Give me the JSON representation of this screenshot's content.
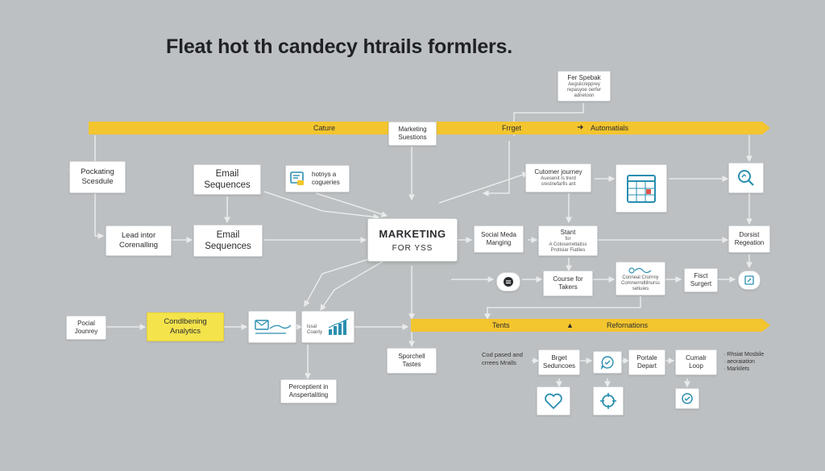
{
  "title": "Fleat hot th candecy htrails formlers.",
  "bars": {
    "top": {
      "left": "Cature",
      "center": "Marketing",
      "center2": "Suestions",
      "right1": "Frrget",
      "right2": "Automatials"
    },
    "bottom": {
      "left": "Tents",
      "right": "Refornations"
    }
  },
  "nodes": {
    "posting": {
      "l1": "Pockating",
      "l2": "Scesdule"
    },
    "email_top": {
      "l1": "Email",
      "l2": "Sequences"
    },
    "hotnys": {
      "l1": "hotnys a",
      "l2": "cogueries"
    },
    "lead": {
      "l1": "Lead intor",
      "l2": "Corenalling"
    },
    "email_mid": {
      "l1": "Email",
      "l2": "Sequences"
    },
    "hub": {
      "l1": "MARKETING",
      "l2": "FOR YSS"
    },
    "social": {
      "l1": "Social Meda",
      "l2": "Manging"
    },
    "customer_journey": {
      "l1": "Cutomer journey",
      "l2": "Auesenit Is trerd",
      "l3": "srestnefarfis ant"
    },
    "stant": {
      "l1": "Stant",
      "l2": "for",
      "l3": "A Cotoserretlatiss",
      "l4": "Protisiar Fiatlies"
    },
    "dorsist": {
      "l1": "Dorsist",
      "l2": "Regeation"
    },
    "fer_speback": {
      "l1": "Fer Spebak",
      "l2": "Aegsiicrepprey",
      "l3": "repasyoe oerfer",
      "l4": "adrietoon"
    },
    "course": {
      "l1": "Course for",
      "l2": "Takers"
    },
    "fisct": {
      "l1": "Fisct",
      "l2": "Surgert"
    },
    "conneal": {
      "l1": "Conneal Crorrniy",
      "l2": "Comnwrndtilnurss",
      "l3": "setiuies"
    },
    "pocial": {
      "l1": "Pocial",
      "l2": "Jounrey"
    },
    "conditioning": {
      "l1": "Condlbening",
      "l2": "Analytics"
    },
    "analytics_small": {
      "l1": "lssal",
      "l2": "Coanty"
    },
    "sporchell": {
      "l1": "Sporchell",
      "l2": "Tastes"
    },
    "perceptient": {
      "l1": "Perceptient in",
      "l2": "Anspertaliting"
    },
    "brget": {
      "l1": "Brget",
      "l2": "Seduncoes"
    },
    "portale": {
      "l1": "Portale",
      "l2": "Depart"
    },
    "cumalr": {
      "l1": "Cumalr",
      "l2": "Loop"
    }
  },
  "free_text": {
    "left_notes": {
      "l1": "Cod pased and",
      "l2": "crrees Mralls"
    },
    "right_notes": {
      "l1": "· Rhsiat Mosbile",
      "l2": "· aeoraiation",
      "l3": "· Markilets"
    }
  },
  "colors": {
    "accent_bar": "#f3c52e",
    "highlight_node": "#f4e34b",
    "icon_blue": "#2a8fb0"
  }
}
